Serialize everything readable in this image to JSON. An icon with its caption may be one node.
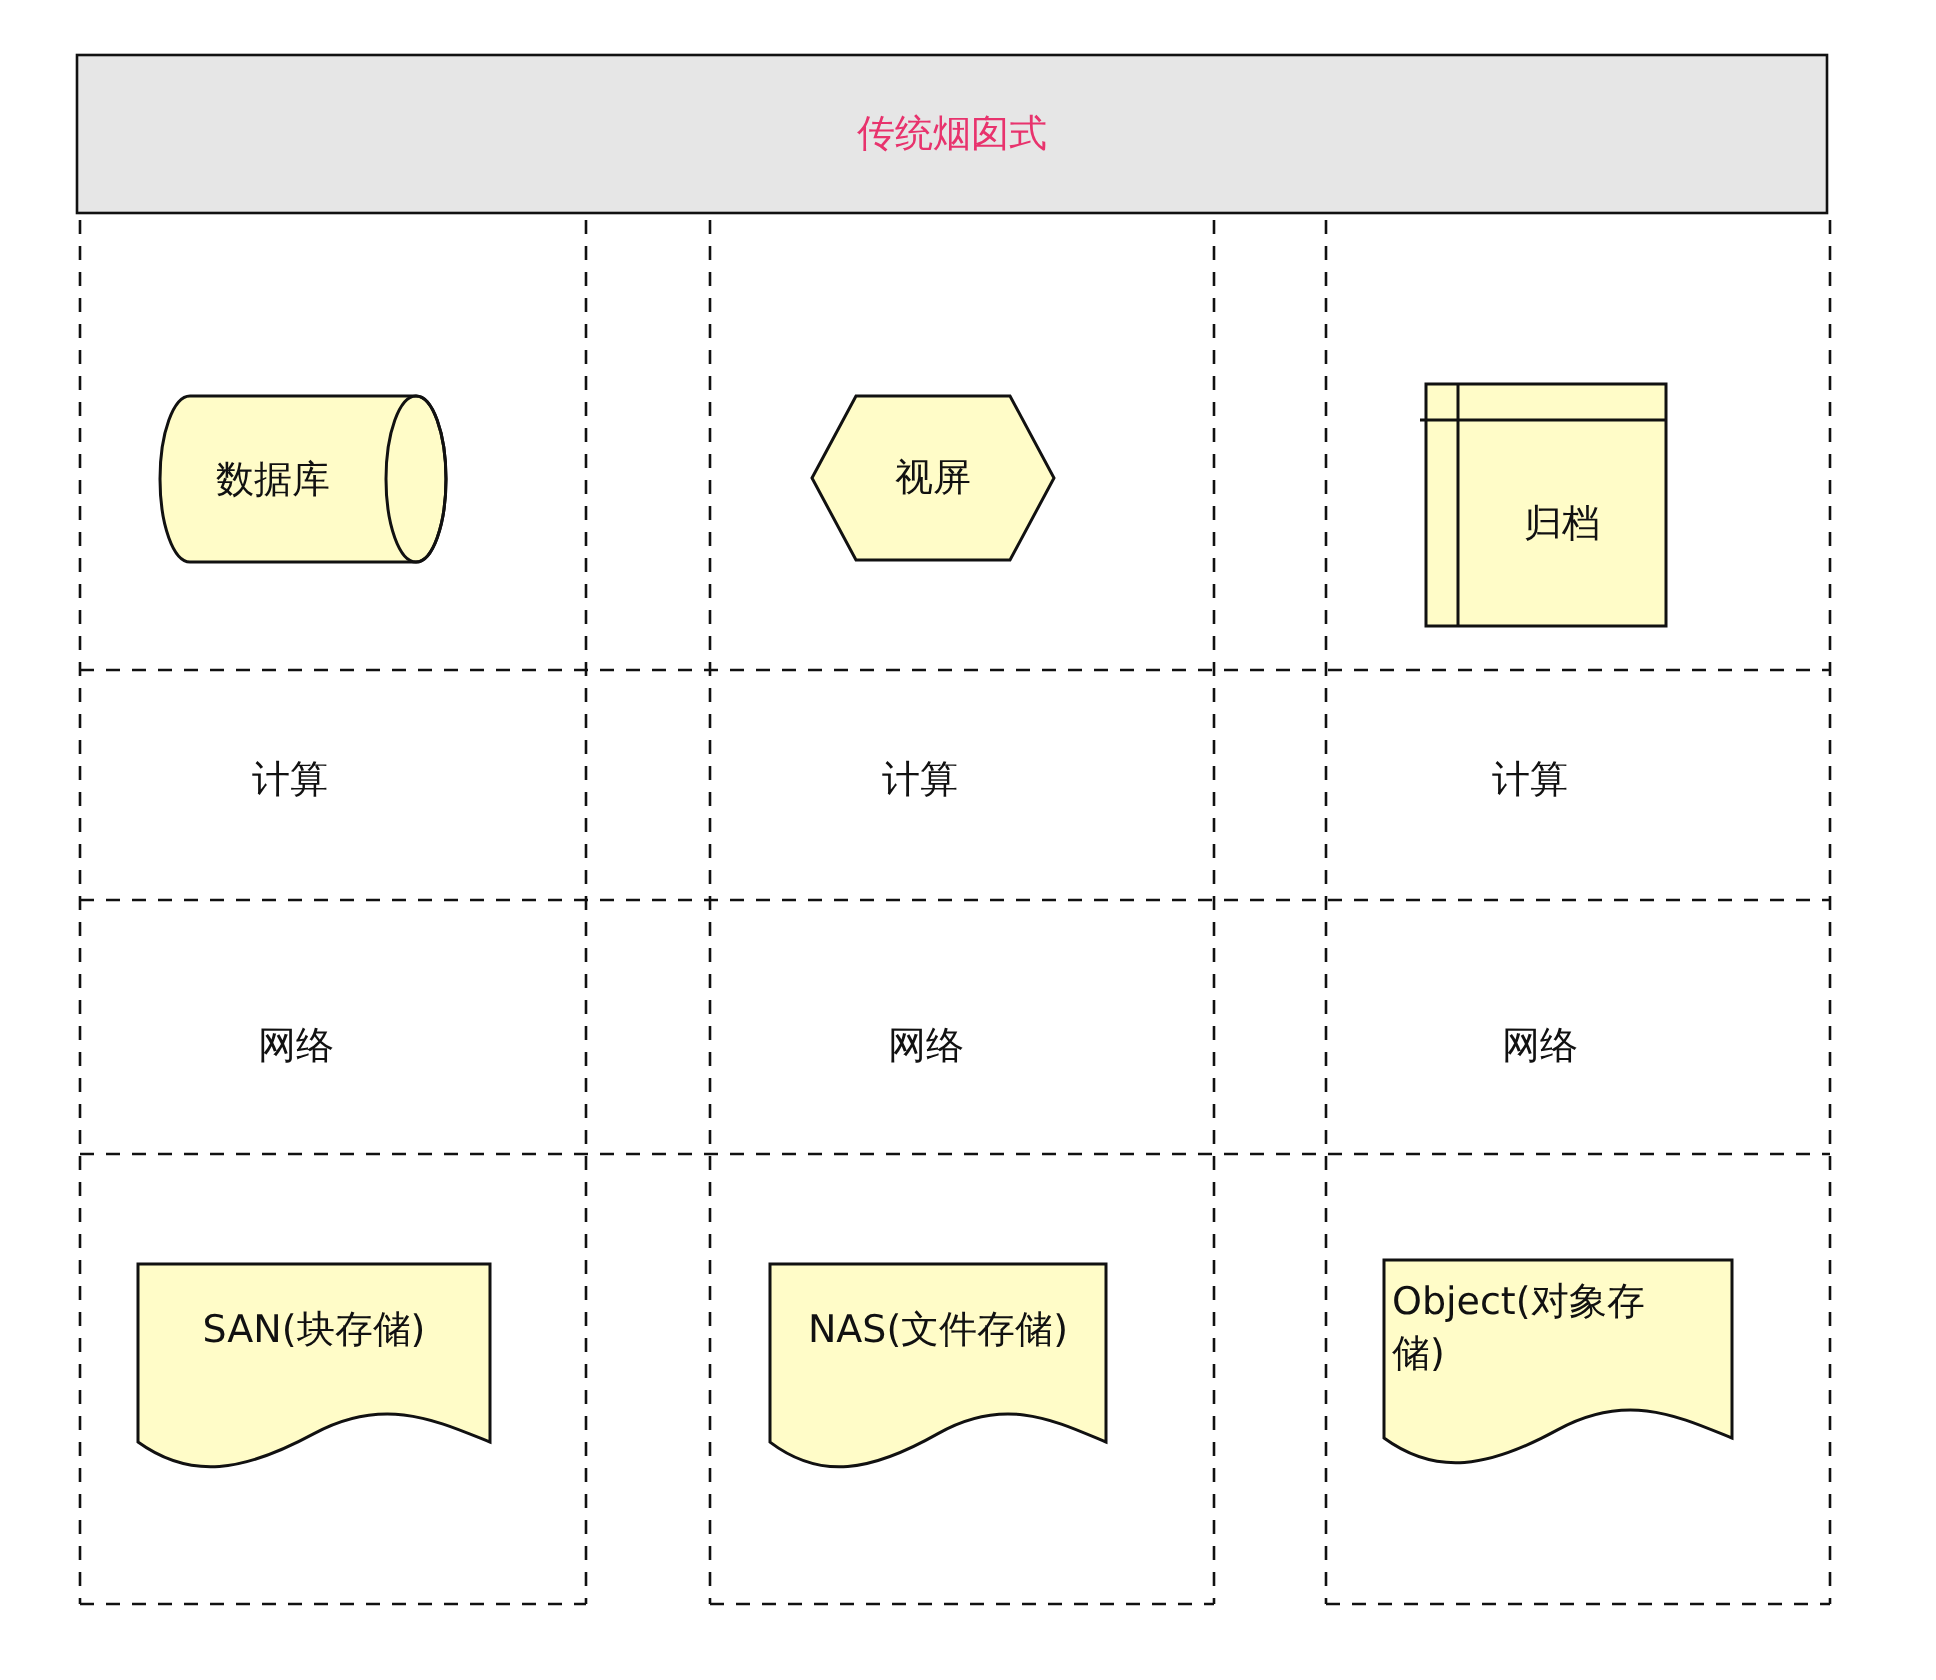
{
  "diagram": {
    "nodes": [
      {
        "text": [
          "传统烟囱式"
        ]
      },
      {
        "text": [
          "数据库"
        ]
      },
      {
        "text": [
          "视屏"
        ]
      },
      {
        "text": [
          "归档"
        ]
      },
      {
        "text": [
          "SAN(块存储)"
        ]
      },
      {
        "text": [
          "NAS(文件存储)"
        ]
      },
      {
        "text": [
          "Object(对象存储)"
        ]
      }
    ],
    "labels": [
      "计算",
      "计算",
      "计算",
      "网络",
      "网络",
      "网络"
    ]
  }
}
